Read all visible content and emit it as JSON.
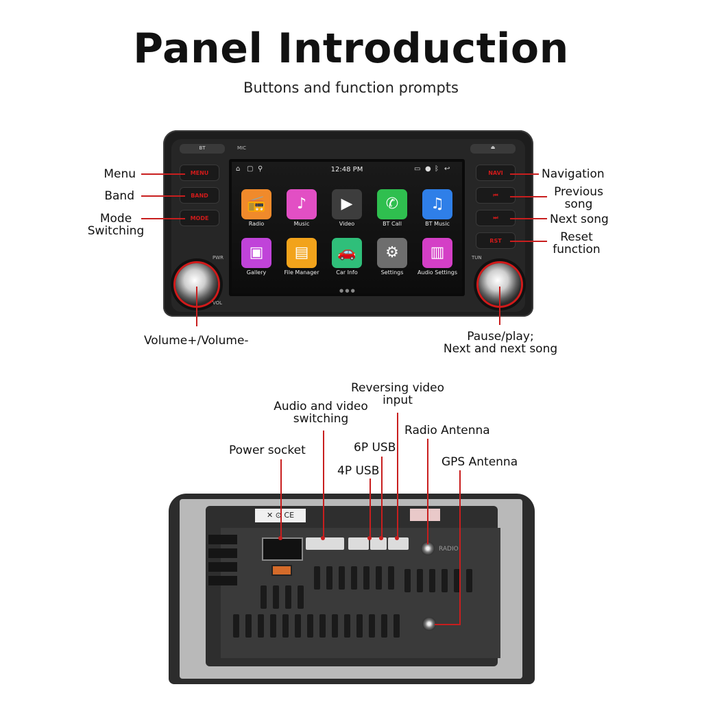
{
  "header": {
    "title": "Panel Introduction",
    "subtitle": "Buttons and function prompts"
  },
  "front": {
    "labels": {
      "menu": "Menu",
      "band": "Band",
      "mode_switching": "Mode\nSwitching",
      "volume": "Volume+/Volume-",
      "navigation": "Navigation",
      "previous_song": "Previous\nsong",
      "next_song": "Next song",
      "reset_function": "Reset\nfunction",
      "pause_play": "Pause/play;\nNext and next song"
    },
    "device": {
      "top_left_button": "BT",
      "mic": "MIC",
      "left_buttons": [
        "MENU",
        "BAND",
        "MODE"
      ],
      "right_buttons": [
        "NAVI",
        "⏮",
        "⏭",
        "RST"
      ],
      "pwr": "PWR",
      "vol": "VOL",
      "tun": "TUN",
      "status_time": "12:48 PM",
      "apps": [
        {
          "label": "Radio",
          "icon": "radio-icon",
          "glyph": "📻",
          "color": "#f08a2b"
        },
        {
          "label": "Music",
          "icon": "music-icon",
          "glyph": "♪",
          "color": "#e24fc4"
        },
        {
          "label": "Video",
          "icon": "video-icon",
          "glyph": "▶",
          "color": "#3d3d3d"
        },
        {
          "label": "BT Call",
          "icon": "phone-icon",
          "glyph": "✆",
          "color": "#2fbf4f"
        },
        {
          "label": "BT Music",
          "icon": "bluetooth-music-icon",
          "glyph": "♫",
          "color": "#2f7fe8"
        },
        {
          "label": "Gallery",
          "icon": "gallery-icon",
          "glyph": "▣",
          "color": "#c043d9"
        },
        {
          "label": "File Manager",
          "icon": "folder-icon",
          "glyph": "▤",
          "color": "#f2a31b"
        },
        {
          "label": "Car Info",
          "icon": "car-icon",
          "glyph": "🚗",
          "color": "#2fbf7a"
        },
        {
          "label": "Settings",
          "icon": "gear-icon",
          "glyph": "⚙",
          "color": "#6e6e6e"
        },
        {
          "label": "Audio Settings",
          "icon": "equalizer-icon",
          "glyph": "▥",
          "color": "#d43fc6"
        }
      ]
    }
  },
  "back": {
    "labels": {
      "power_socket": "Power socket",
      "audio_video_switching": "Audio and video\nswitching",
      "usb_6p": "6P USB",
      "usb_4p": "4P USB",
      "reversing_video": "Reversing video\ninput",
      "radio_antenna": "Radio Antenna",
      "gps_antenna": "GPS Antenna"
    },
    "device": {
      "sticker": "✕ ⊙ CE",
      "radio_port_label": "RADIO"
    }
  },
  "colors": {
    "accent_red": "#c81e1e"
  }
}
